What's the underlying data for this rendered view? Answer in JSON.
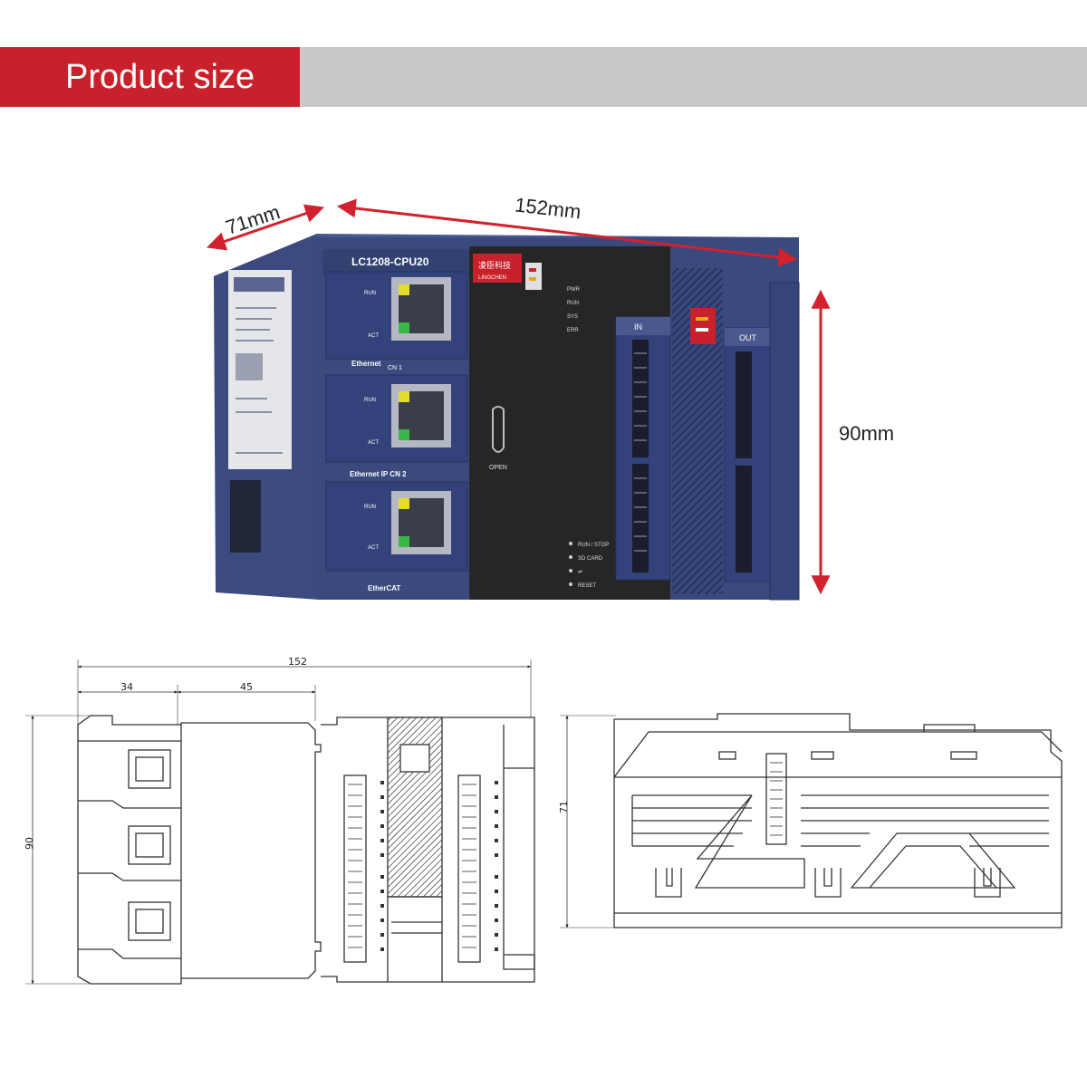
{
  "banner": {
    "title": "Product size"
  },
  "colors": {
    "accent_red": "#c9212b",
    "banner_gray": "#c8c8c8",
    "housing_blue": "#3a4a7e",
    "module_black": "#262626",
    "dimension_arrow": "#d3212d"
  },
  "product_photo": {
    "model": "LC1208-CPU20",
    "brand_cn": "凌臣科技",
    "brand_en": "LINGCHEN",
    "port_labels": {
      "ethernet": "Ethernet",
      "cn1": "CN 1",
      "ethernet_ip": "Ethernet IP CN 2",
      "ethercat": "EtherCAT"
    },
    "led_labels": [
      "RUN",
      "ACT"
    ],
    "status_leds": [
      "PWR",
      "RUN",
      "SYS",
      "ERR"
    ],
    "door_label": "OPEN",
    "bottom_controls": [
      "RUN / STOP",
      "SD CARD",
      "RESET"
    ],
    "io_labels": {
      "input": "IN",
      "output": "OUT"
    }
  },
  "dimensions": {
    "depth": "71mm",
    "width": "152mm",
    "height": "90mm"
  },
  "drawings": {
    "front": {
      "total_width": "152",
      "left_section": "34",
      "middle_section": "45",
      "height": "90"
    },
    "side": {
      "depth": "71"
    }
  }
}
